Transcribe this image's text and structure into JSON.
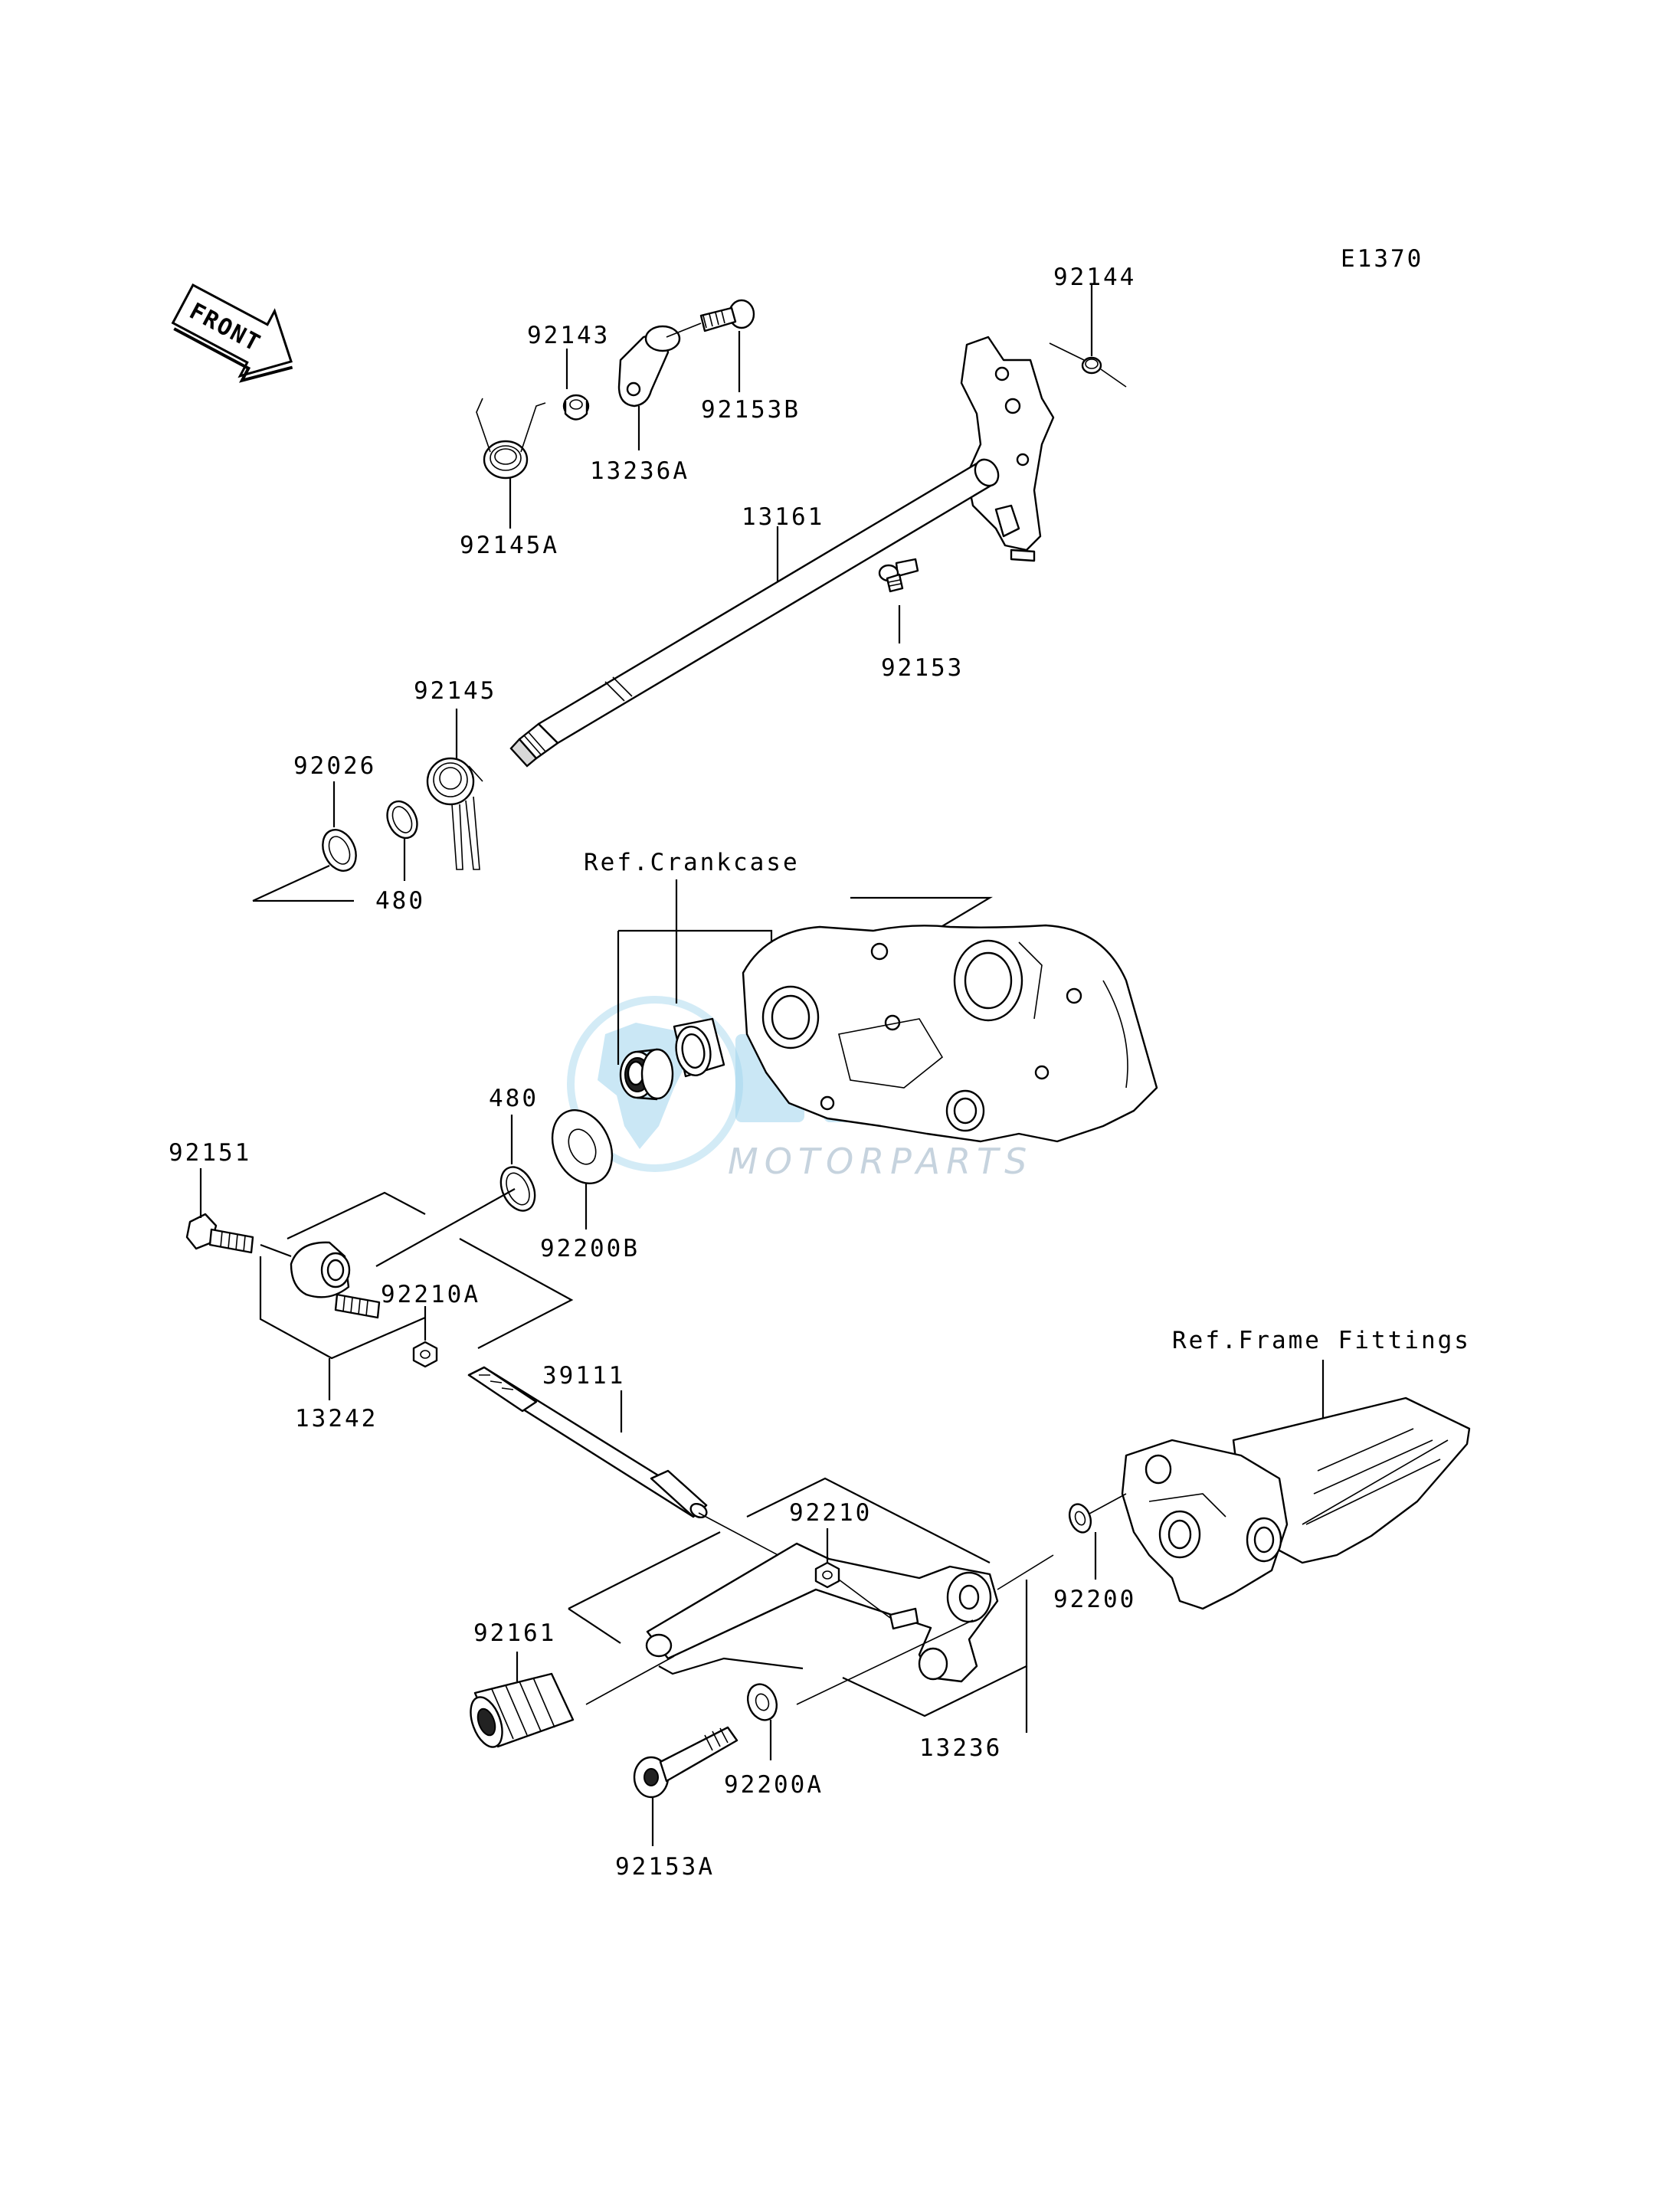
{
  "diagram": {
    "code": "E1370",
    "front_arrow": "FRONT",
    "references": {
      "crankcase": "Ref.Crankcase",
      "frame_fittings": "Ref.Frame Fittings"
    },
    "part_labels": {
      "p92144": "92144",
      "p92143": "92143",
      "p92153B": "92153B",
      "p13236A": "13236A",
      "p92145A": "92145A",
      "p13161": "13161",
      "p92153": "92153",
      "p92145": "92145",
      "p92026": "92026",
      "p480_top": "480",
      "p480_mid": "480",
      "p92151": "92151",
      "p92200B": "92200B",
      "p92210A": "92210A",
      "p13242": "13242",
      "p39111": "39111",
      "p92210": "92210",
      "p92200": "92200",
      "p92161": "92161",
      "p13236": "13236",
      "p92200A": "92200A",
      "p92153A": "92153A"
    },
    "watermark": {
      "text": "MOTORPARTS",
      "colors": {
        "logo": "#9ed3ec",
        "text": "#c6d3de"
      }
    }
  }
}
